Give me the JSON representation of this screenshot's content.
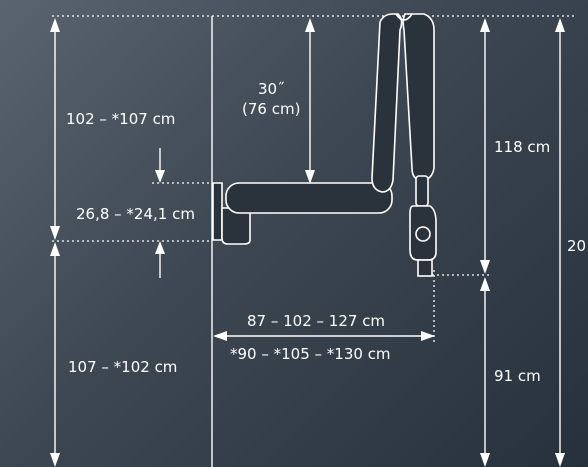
{
  "dimensions": {
    "ceiling_to_arm": "102 – *107 cm",
    "arm_vertical_span_inches": "30˝",
    "arm_vertical_span_cm": "(76 cm)",
    "bracket_height": "26,8 – *24,1 cm",
    "right_upper": "118 cm",
    "right_total": "20",
    "reach_standard": "87 – 102 – 127 cm",
    "reach_extended": "*90 – *105 – *130 cm",
    "floor_to_bracket": "107 – *102 cm",
    "floor_to_tube": "91 cm"
  },
  "colors": {
    "background_top": "#5a646f",
    "background_bottom": "#27313b",
    "device_outline": "#ffffff",
    "device_fill": "#2a323b"
  }
}
